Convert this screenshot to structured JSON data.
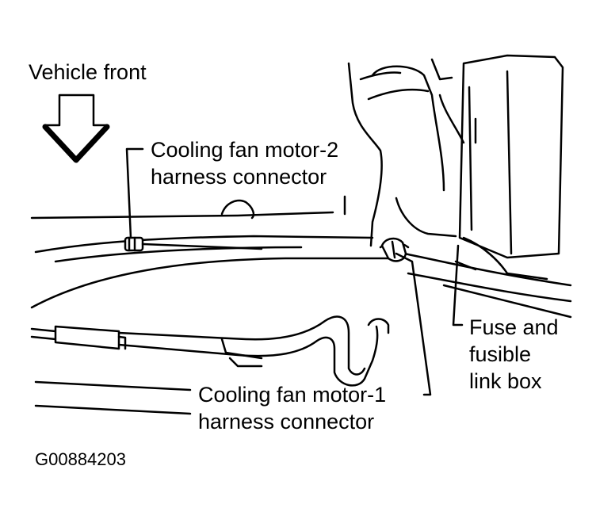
{
  "labels": {
    "vehicle_front": "Vehicle front",
    "motor2_line1": "Cooling fan motor-2",
    "motor2_line2": "harness connector",
    "motor1_line1": "Cooling fan motor-1",
    "motor1_line2": "harness connector",
    "fuse_line1": "Fuse and",
    "fuse_line2": "fusible",
    "fuse_line3": "link box",
    "figure_id": "G00884203"
  },
  "icons": {
    "direction_arrow": "down-arrow-icon"
  },
  "colors": {
    "ink": "#000000",
    "paper": "#ffffff"
  }
}
